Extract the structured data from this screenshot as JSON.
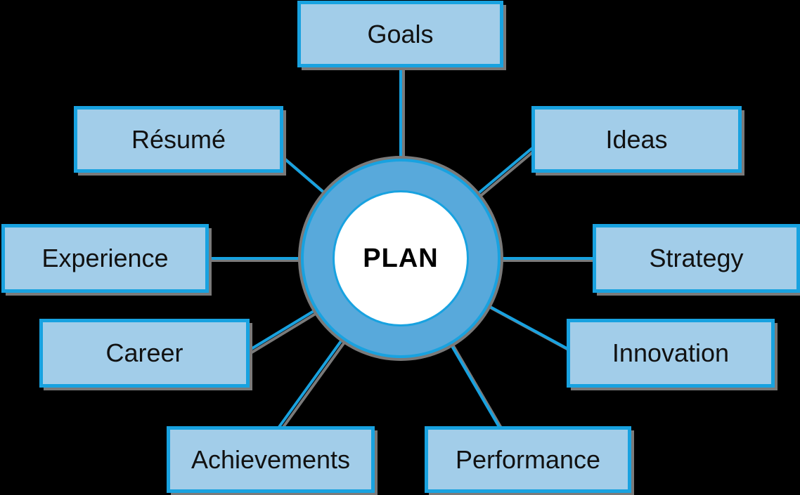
{
  "diagram": {
    "type": "radial-hub-spoke",
    "center_label": "PLAN",
    "nodes": [
      {
        "id": "goals",
        "label": "Goals"
      },
      {
        "id": "resume",
        "label": "Résumé"
      },
      {
        "id": "ideas",
        "label": "Ideas"
      },
      {
        "id": "experience",
        "label": "Experience"
      },
      {
        "id": "strategy",
        "label": "Strategy"
      },
      {
        "id": "career",
        "label": "Career"
      },
      {
        "id": "innovation",
        "label": "Innovation"
      },
      {
        "id": "achievements",
        "label": "Achievements"
      },
      {
        "id": "performance",
        "label": "Performance"
      }
    ],
    "colors": {
      "background": "#000000",
      "node_fill": "#a2cde9",
      "accent_blue_border": "#18a2e0",
      "hub_ring_fill": "#58a9db",
      "hub_inner_fill": "#ffffff",
      "shadow_gray": "#7a7a7a",
      "text": "#111111"
    }
  }
}
